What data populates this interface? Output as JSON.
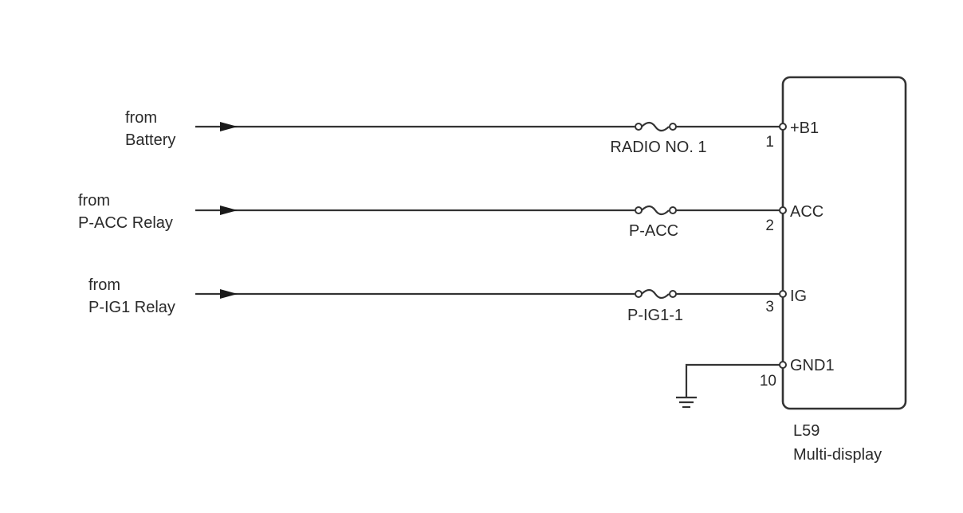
{
  "sources": [
    {
      "line1": "from",
      "line2": "Battery"
    },
    {
      "line1": "from",
      "line2": "P-ACC Relay"
    },
    {
      "line1": "from",
      "line2": "P-IG1 Relay"
    }
  ],
  "fuses": [
    "RADIO NO. 1",
    "P-ACC",
    "P-IG1-1"
  ],
  "pins": [
    {
      "number": "1",
      "name": "+B1"
    },
    {
      "number": "2",
      "name": "ACC"
    },
    {
      "number": "3",
      "name": "IG"
    },
    {
      "number": "10",
      "name": "GND1"
    }
  ],
  "connector": {
    "code": "L59",
    "name": "Multi-display"
  }
}
